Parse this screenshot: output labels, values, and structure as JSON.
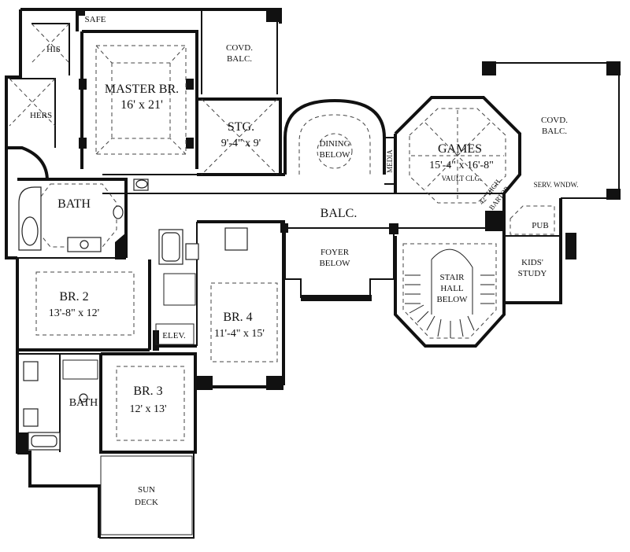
{
  "rooms": {
    "master": {
      "name": "MASTER BR.",
      "dims": "16' x 21'"
    },
    "safe": "SAFE",
    "his": "HIS",
    "hers": "HERS",
    "covd_balc_1": {
      "line1": "COVD.",
      "line2": "BALC."
    },
    "stg": {
      "name": "STG.",
      "dims": "9'-4\" x 9'"
    },
    "dining_below": {
      "line1": "DINING",
      "line2": "BELOW"
    },
    "games": {
      "name": "GAMES",
      "dims": "15'-4\" x 16'-8\"",
      "note": "VAULT CLG."
    },
    "media": "MEDIA",
    "covd_balc_2": {
      "line1": "COVD.",
      "line2": "BALC."
    },
    "serv_wndw": "SERV. WNDW.",
    "bartop": {
      "line1": "42\" HIGH",
      "line2": "BARTOP"
    },
    "pub": "PUB",
    "kids_study": {
      "line1": "KIDS'",
      "line2": "STUDY"
    },
    "bath_master": "BATH",
    "balc": "BALC.",
    "foyer_below": {
      "line1": "FOYER",
      "line2": "BELOW"
    },
    "stair_hall": {
      "line1": "STAIR",
      "line2": "HALL",
      "line3": "BELOW"
    },
    "br2": {
      "name": "BR. 2",
      "dims": "13'-8\" x 12'"
    },
    "br4": {
      "name": "BR. 4",
      "dims": "11'-4\" x 15'"
    },
    "elev": "ELEV.",
    "br3": {
      "name": "BR. 3",
      "dims": "12' x 13'"
    },
    "bath_2": "BATH",
    "sun_deck": {
      "line1": "SUN",
      "line2": "DECK"
    }
  },
  "colors": {
    "wall": "#111111",
    "background": "#ffffff",
    "fixture_gray": "#cfcfcf"
  }
}
